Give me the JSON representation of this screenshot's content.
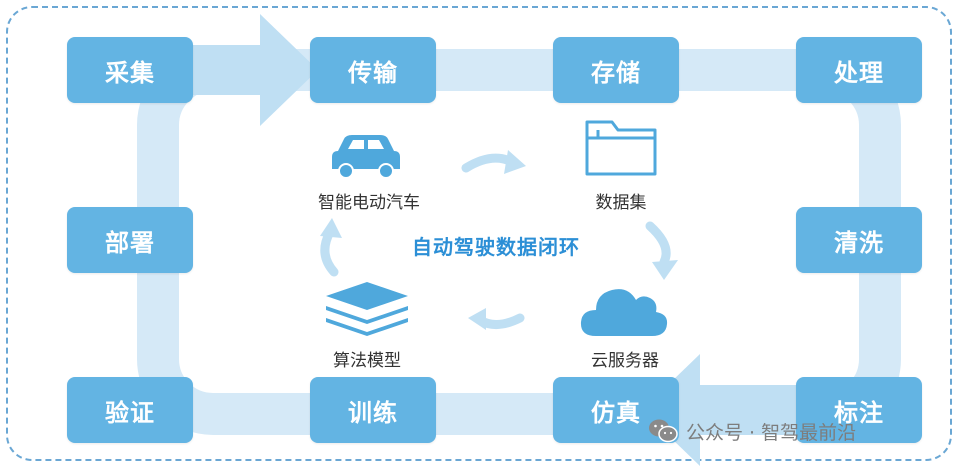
{
  "diagram": {
    "title": "自动驾驶数据闭环",
    "steps": {
      "collect": "采集",
      "transmit": "传输",
      "store": "存储",
      "process": "处理",
      "clean": "清洗",
      "annotate": "标注",
      "simulate": "仿真",
      "train": "训练",
      "validate": "验证",
      "deploy": "部署"
    },
    "inner": {
      "car": "智能电动汽车",
      "dataset": "数据集",
      "cloud": "云服务器",
      "model": "算法模型"
    }
  },
  "watermark": {
    "text": "公众号 · 智驾最前沿"
  },
  "colors": {
    "box": "#63b4e3",
    "band": "#d5e9f7",
    "arrow": "#bfdff3",
    "icon": "#4fa8dc",
    "title": "#2c8fd6",
    "frame": "#6aa7d4"
  }
}
